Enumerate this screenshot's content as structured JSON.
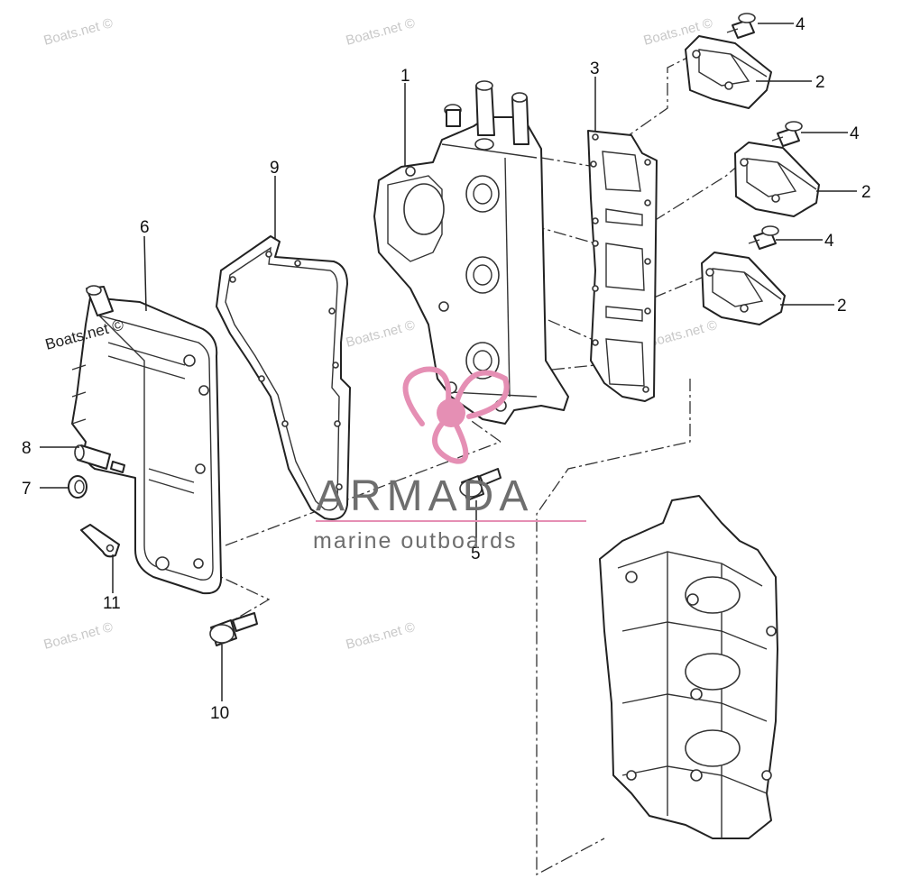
{
  "callouts": [
    {
      "id": "1",
      "label": "1"
    },
    {
      "id": "2a",
      "label": "2"
    },
    {
      "id": "2b",
      "label": "2"
    },
    {
      "id": "2c",
      "label": "2"
    },
    {
      "id": "3",
      "label": "3"
    },
    {
      "id": "4a",
      "label": "4"
    },
    {
      "id": "4b",
      "label": "4"
    },
    {
      "id": "4c",
      "label": "4"
    },
    {
      "id": "5",
      "label": "5"
    },
    {
      "id": "6",
      "label": "6"
    },
    {
      "id": "7",
      "label": "7"
    },
    {
      "id": "8",
      "label": "8"
    },
    {
      "id": "9",
      "label": "9"
    },
    {
      "id": "10",
      "label": "10"
    },
    {
      "id": "11",
      "label": "11"
    }
  ],
  "watermarks": {
    "boats": "Boats.net ©"
  },
  "logo": {
    "brand": "ARMADA",
    "tagline": "marine outboards",
    "accent_color": "#e58fb4",
    "text_color": "#6e6e6e"
  },
  "colors": {
    "line": "#222222",
    "watermark": "#c8c8c8"
  }
}
